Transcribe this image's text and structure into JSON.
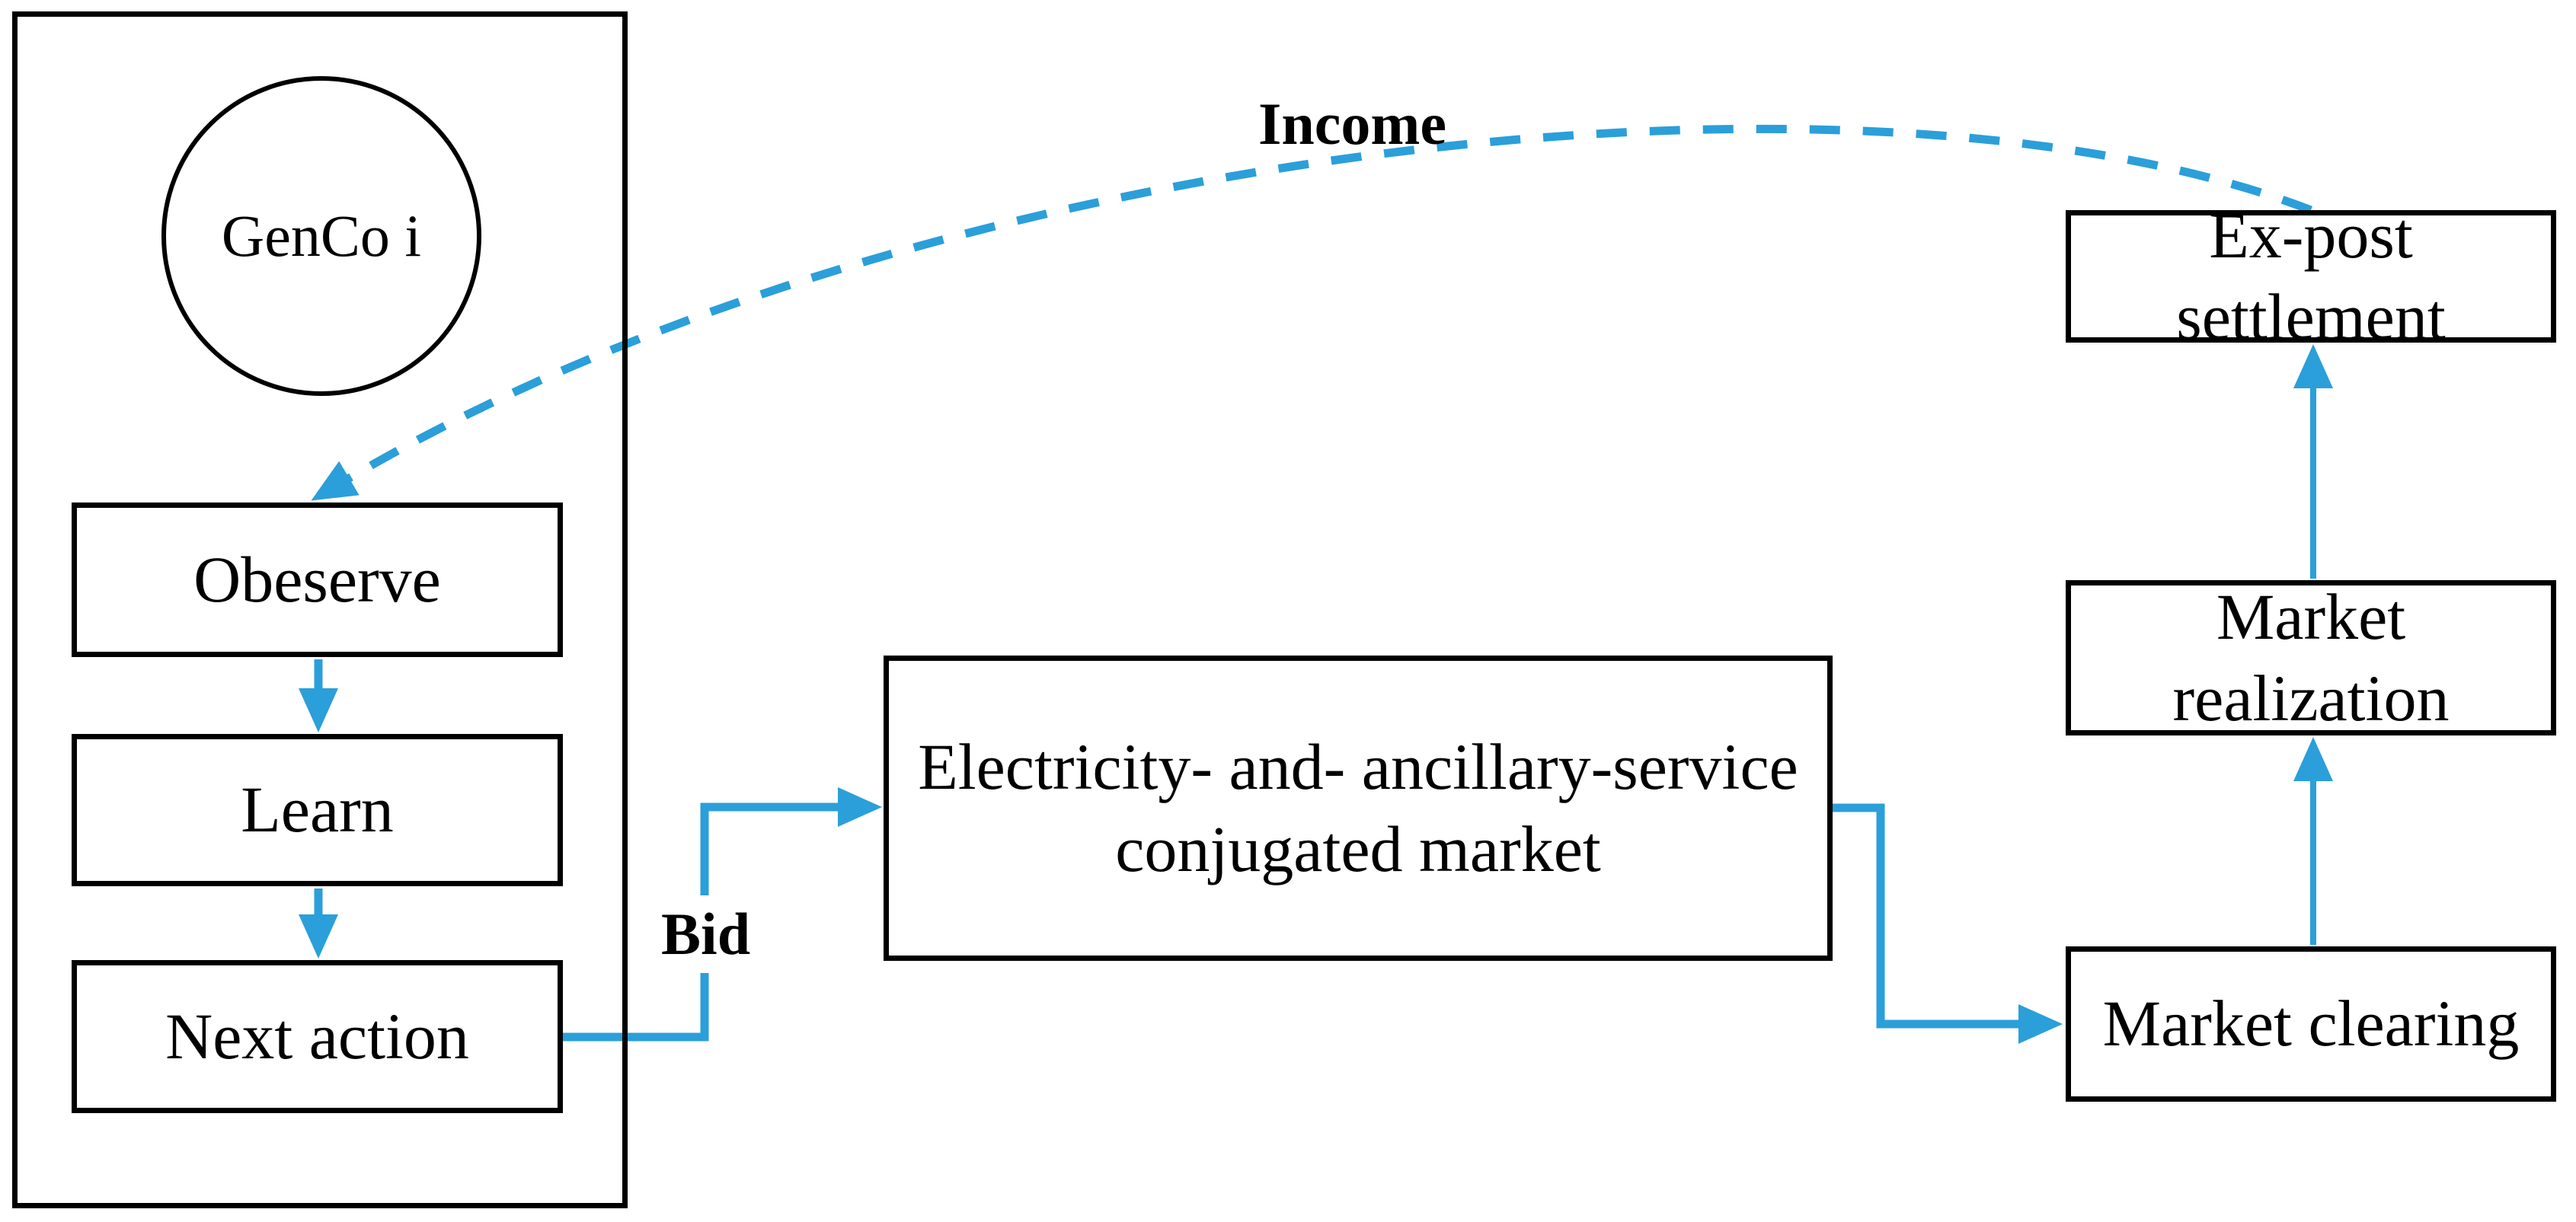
{
  "agent": {
    "title": "GenCo i",
    "steps": [
      {
        "label": "Obeserve"
      },
      {
        "label": "Learn"
      },
      {
        "label": "Next action"
      }
    ]
  },
  "market": {
    "line1": "Electricity- and- ancillary-service",
    "line2": "conjugated market"
  },
  "pipeline": [
    {
      "label": "Ex-post settlement"
    },
    {
      "label": "Market realization"
    },
    {
      "label": "Market clearing"
    }
  ],
  "edge_labels": {
    "bid": "Bid",
    "income": "Income"
  },
  "colors": {
    "accent_blue": "#2b9fd9",
    "line_black": "#000000",
    "background": "#ffffff"
  }
}
